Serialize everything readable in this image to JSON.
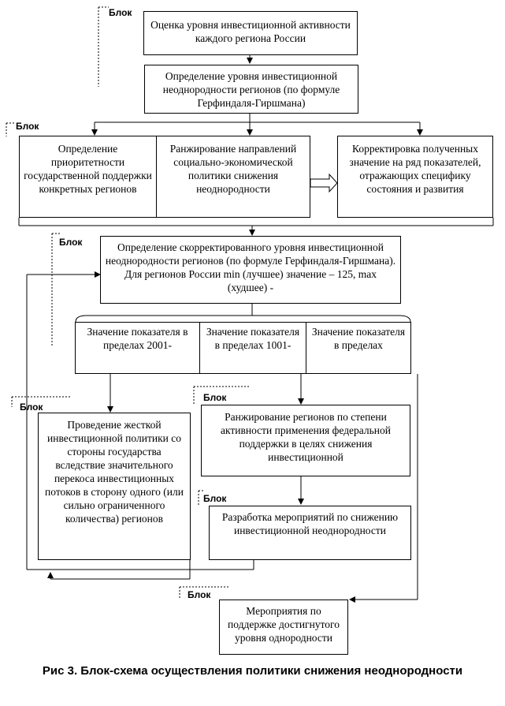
{
  "labels": {
    "block_1": "Блок",
    "block_2": "Блок",
    "block_3": "Блок",
    "block_4": "Блок",
    "block_5": "Блок",
    "block_6": "Блок",
    "block_7": "Блок"
  },
  "nodes": {
    "assess_activity": "Оценка уровня инвестиционной активности каждого региона России",
    "heterogeneity_level": "Определение уровня инвестиционной неоднородности регионов (по формуле Герфиндаля-Гиршмана)",
    "priority_support": "Определение приоритетности государственной поддержки конкретных регионов",
    "ranking_directions": "Ранжирование направлений социально-экономической политики снижения неоднородности",
    "correction": "Корректировка полученных значение на ряд показателей, отражающих специфику состояния и развития",
    "corrected_level": "Определение скорректированного уровня инвестиционной неоднородности регионов (по формуле Герфиндаля-Гиршмана). Для регионов России min (лучшее) значение – 125, max (худшее) -",
    "range_1": "Значение показателя в пределах 2001-",
    "range_2": "Значение показателя в пределах 1001-",
    "range_3": "Значение показателя в пределах",
    "strict_policy": "Проведение жесткой инвестиционной политики со стороны государства вследствие значительного перекоса инвестиционных потоков в сторону одного (или сильно ограниченного количества) регионов",
    "ranking_regions": "Ранжирование регионов по степени активности применения федеральной поддержки в целях снижения инвестиционной",
    "measures_dev": "Разработка мероприятий по снижению инвестиционной неоднородности",
    "support_measures": "Мероприятия по поддержке достигнутого уровня однородности"
  },
  "caption": "Рис 3. Блок-схема осуществления политики снижения неоднородности"
}
